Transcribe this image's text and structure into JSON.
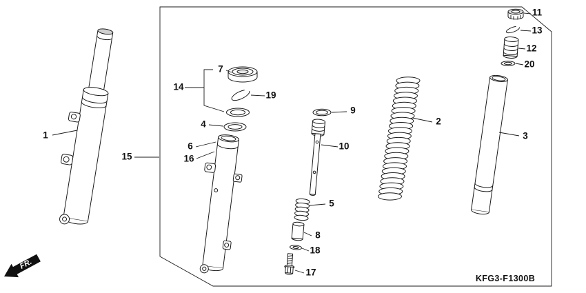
{
  "diagram_code": "KFG3-F1300B",
  "fr_label": "FR.",
  "callouts": {
    "c1": "1",
    "c2": "2",
    "c3": "3",
    "c4": "4",
    "c5": "5",
    "c6": "6",
    "c7": "7",
    "c8": "8",
    "c9": "9",
    "c10": "10",
    "c11": "11",
    "c12": "12",
    "c13": "13",
    "c14": "14",
    "c15": "15",
    "c16": "16",
    "c17": "17",
    "c18": "18",
    "c19": "19",
    "c20": "20"
  },
  "colors": {
    "line": "#1a1a1a",
    "background": "#ffffff"
  }
}
